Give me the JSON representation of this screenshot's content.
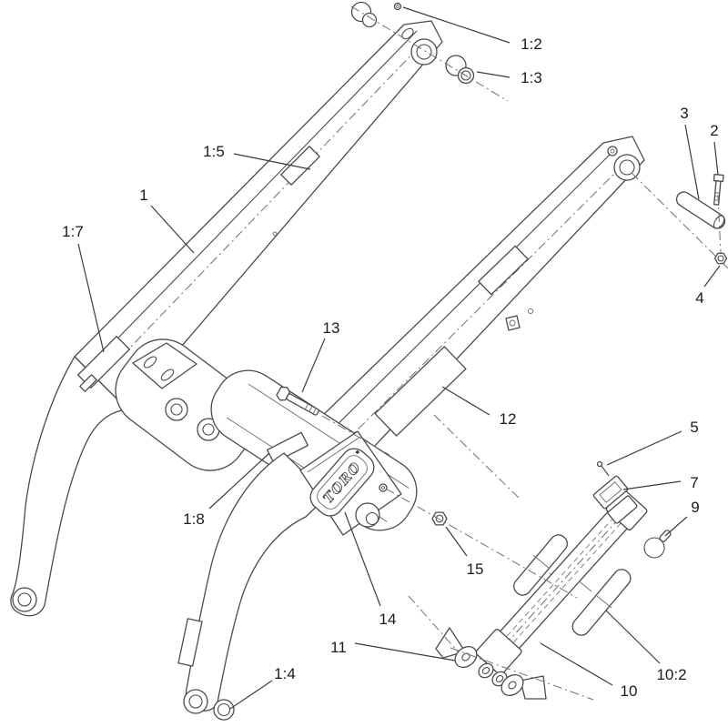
{
  "diagram": {
    "kind": "exploded-parts-diagram",
    "subject": "Toro loader arm assembly",
    "background_color": "#ffffff",
    "line_color": "#4a4a4a",
    "label_color": "#1b1b1b"
  },
  "brand": {
    "logo_text": "TORO"
  },
  "callouts": [
    {
      "label": "1"
    },
    {
      "label": "2"
    },
    {
      "label": "3"
    },
    {
      "label": "4"
    },
    {
      "label": "5"
    },
    {
      "label": "7"
    },
    {
      "label": "9"
    },
    {
      "label": "10"
    },
    {
      "label": "10:2"
    },
    {
      "label": "11"
    },
    {
      "label": "12"
    },
    {
      "label": "13"
    },
    {
      "label": "14"
    },
    {
      "label": "15"
    },
    {
      "label": "1:2"
    },
    {
      "label": "1:3"
    },
    {
      "label": "1:4"
    },
    {
      "label": "1:5"
    },
    {
      "label": "1:7"
    },
    {
      "label": "1:8"
    }
  ]
}
